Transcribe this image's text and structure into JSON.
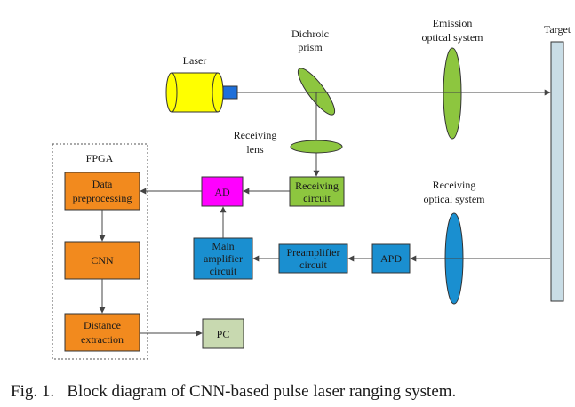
{
  "labels": {
    "laser": "Laser",
    "dichroic_line1": "Dichroic",
    "dichroic_line2": "prism",
    "emission_line1": "Emission",
    "emission_line2": "optical system",
    "target": "Target",
    "receiving_lens_line1": "Receiving",
    "receiving_lens_line2": "lens",
    "receiving_optical_line1": "Receiving",
    "receiving_optical_line2": "optical system",
    "fpga": "FPGA"
  },
  "boxes": {
    "data_preprocessing_line1": "Data",
    "data_preprocessing_line2": "preprocessing",
    "cnn": "CNN",
    "distance_line1": "Distance",
    "distance_line2": "extraction",
    "ad": "AD",
    "receiving_circuit_line1": "Receiving",
    "receiving_circuit_line2": "circuit",
    "main_amp_line1": "Main",
    "main_amp_line2": "amplifier",
    "main_amp_line3": "circuit",
    "preamp_line1": "Preamplifier",
    "preamp_line2": "circuit",
    "apd": "APD",
    "pc": "PC"
  },
  "caption": "Fig. 1.   Block diagram of CNN-based pulse laser ranging system.",
  "colors": {
    "orange": "#F28A1E",
    "magenta": "#FF00FF",
    "green": "#8DC63F",
    "blue": "#1A8FD0",
    "pc_green": "#C8D9B0",
    "target": "#C9DDE6",
    "laser_yellow": "#FFFF00",
    "laser_blue": "#1E6FD9",
    "line": "#444444"
  }
}
